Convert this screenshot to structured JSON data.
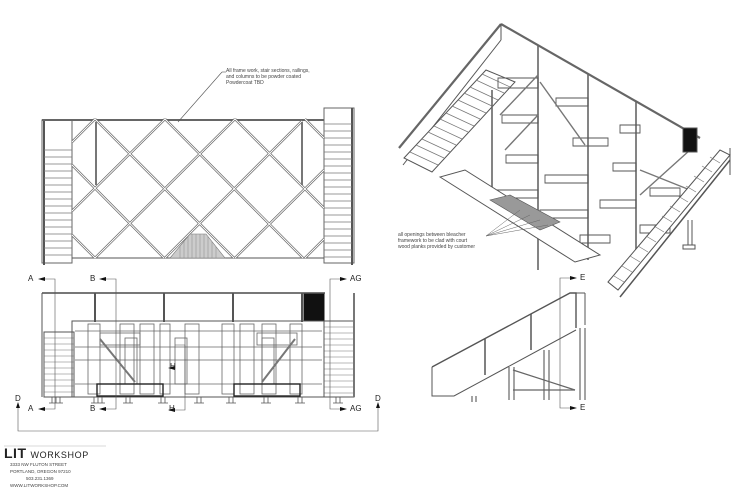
{
  "sheet": {
    "notes": {
      "finish": "All frame work, stair sections, railings, and columns to be powder coated Powdercoat TBD",
      "finish_lines": [
        "All frame work, stair sections, railings,",
        "and columns to be powder coated",
        "Powdercoat TBD"
      ],
      "cladding_lines": [
        "all openings between bleacher",
        "framework to be clad with court",
        "wood planks provided by customer"
      ]
    },
    "section_markers": {
      "a_top": "A",
      "b_top": "B",
      "ag_top": "AG",
      "a_bottom": "A",
      "b_bottom": "B",
      "h_bottom": "H",
      "ag_bottom": "AG",
      "h_mid": "H",
      "d_left": "D",
      "d_right": "D",
      "e_top": "E",
      "e_bottom": "E"
    },
    "views": [
      "rear-elevation",
      "front-elevation",
      "isometric-view",
      "side-section-e"
    ]
  },
  "title_block": {
    "logo_mark": "LIT",
    "logo_text": "WORKSHOP",
    "address_line1": "3333 NW FLUTON STREET",
    "address_line2": "PORTLAND, OREGON 97210",
    "phone": "503.231.1369",
    "website": "WWW.LITWORKSHOP.COM"
  }
}
